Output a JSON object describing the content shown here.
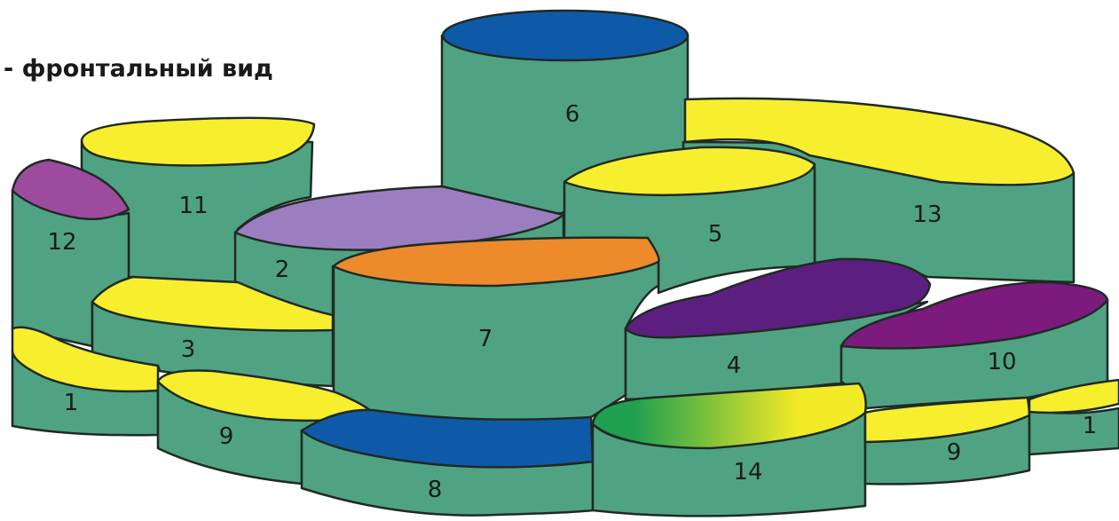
{
  "caption": "- фронтальный вид",
  "colors": {
    "body": "#4fa383",
    "outline": "#1f2a23",
    "yellow": "#f7ee2e",
    "lilac": "#9a7ec0",
    "violet": "#5c1f80",
    "magenta": "#7c1a7e",
    "orange": "#ec8a2c",
    "blue": "#0f5aa8",
    "pink_purple": "#9c4b9e",
    "green_to_yellow": [
      "#1fa04f",
      "#f2ea26"
    ]
  },
  "blocks": [
    {
      "label": "6",
      "top_color": "blue"
    },
    {
      "label": "13",
      "top_color": "yellow"
    },
    {
      "label": "5",
      "top_color": "yellow"
    },
    {
      "label": "11",
      "top_color": "yellow"
    },
    {
      "label": "12",
      "top_color": "pink_purple"
    },
    {
      "label": "2",
      "top_color": "lilac"
    },
    {
      "label": "3",
      "top_color": "yellow"
    },
    {
      "label": "7",
      "top_color": "orange"
    },
    {
      "label": "4",
      "top_color": "violet"
    },
    {
      "label": "10",
      "top_color": "magenta"
    },
    {
      "label": "1",
      "top_color": "yellow"
    },
    {
      "label": "9",
      "top_color": "yellow"
    },
    {
      "label": "8",
      "top_color": "blue"
    },
    {
      "label": "14",
      "top_color": "green_to_yellow"
    },
    {
      "label": "9",
      "top_color": "yellow"
    },
    {
      "label": "1",
      "top_color": "yellow"
    }
  ]
}
